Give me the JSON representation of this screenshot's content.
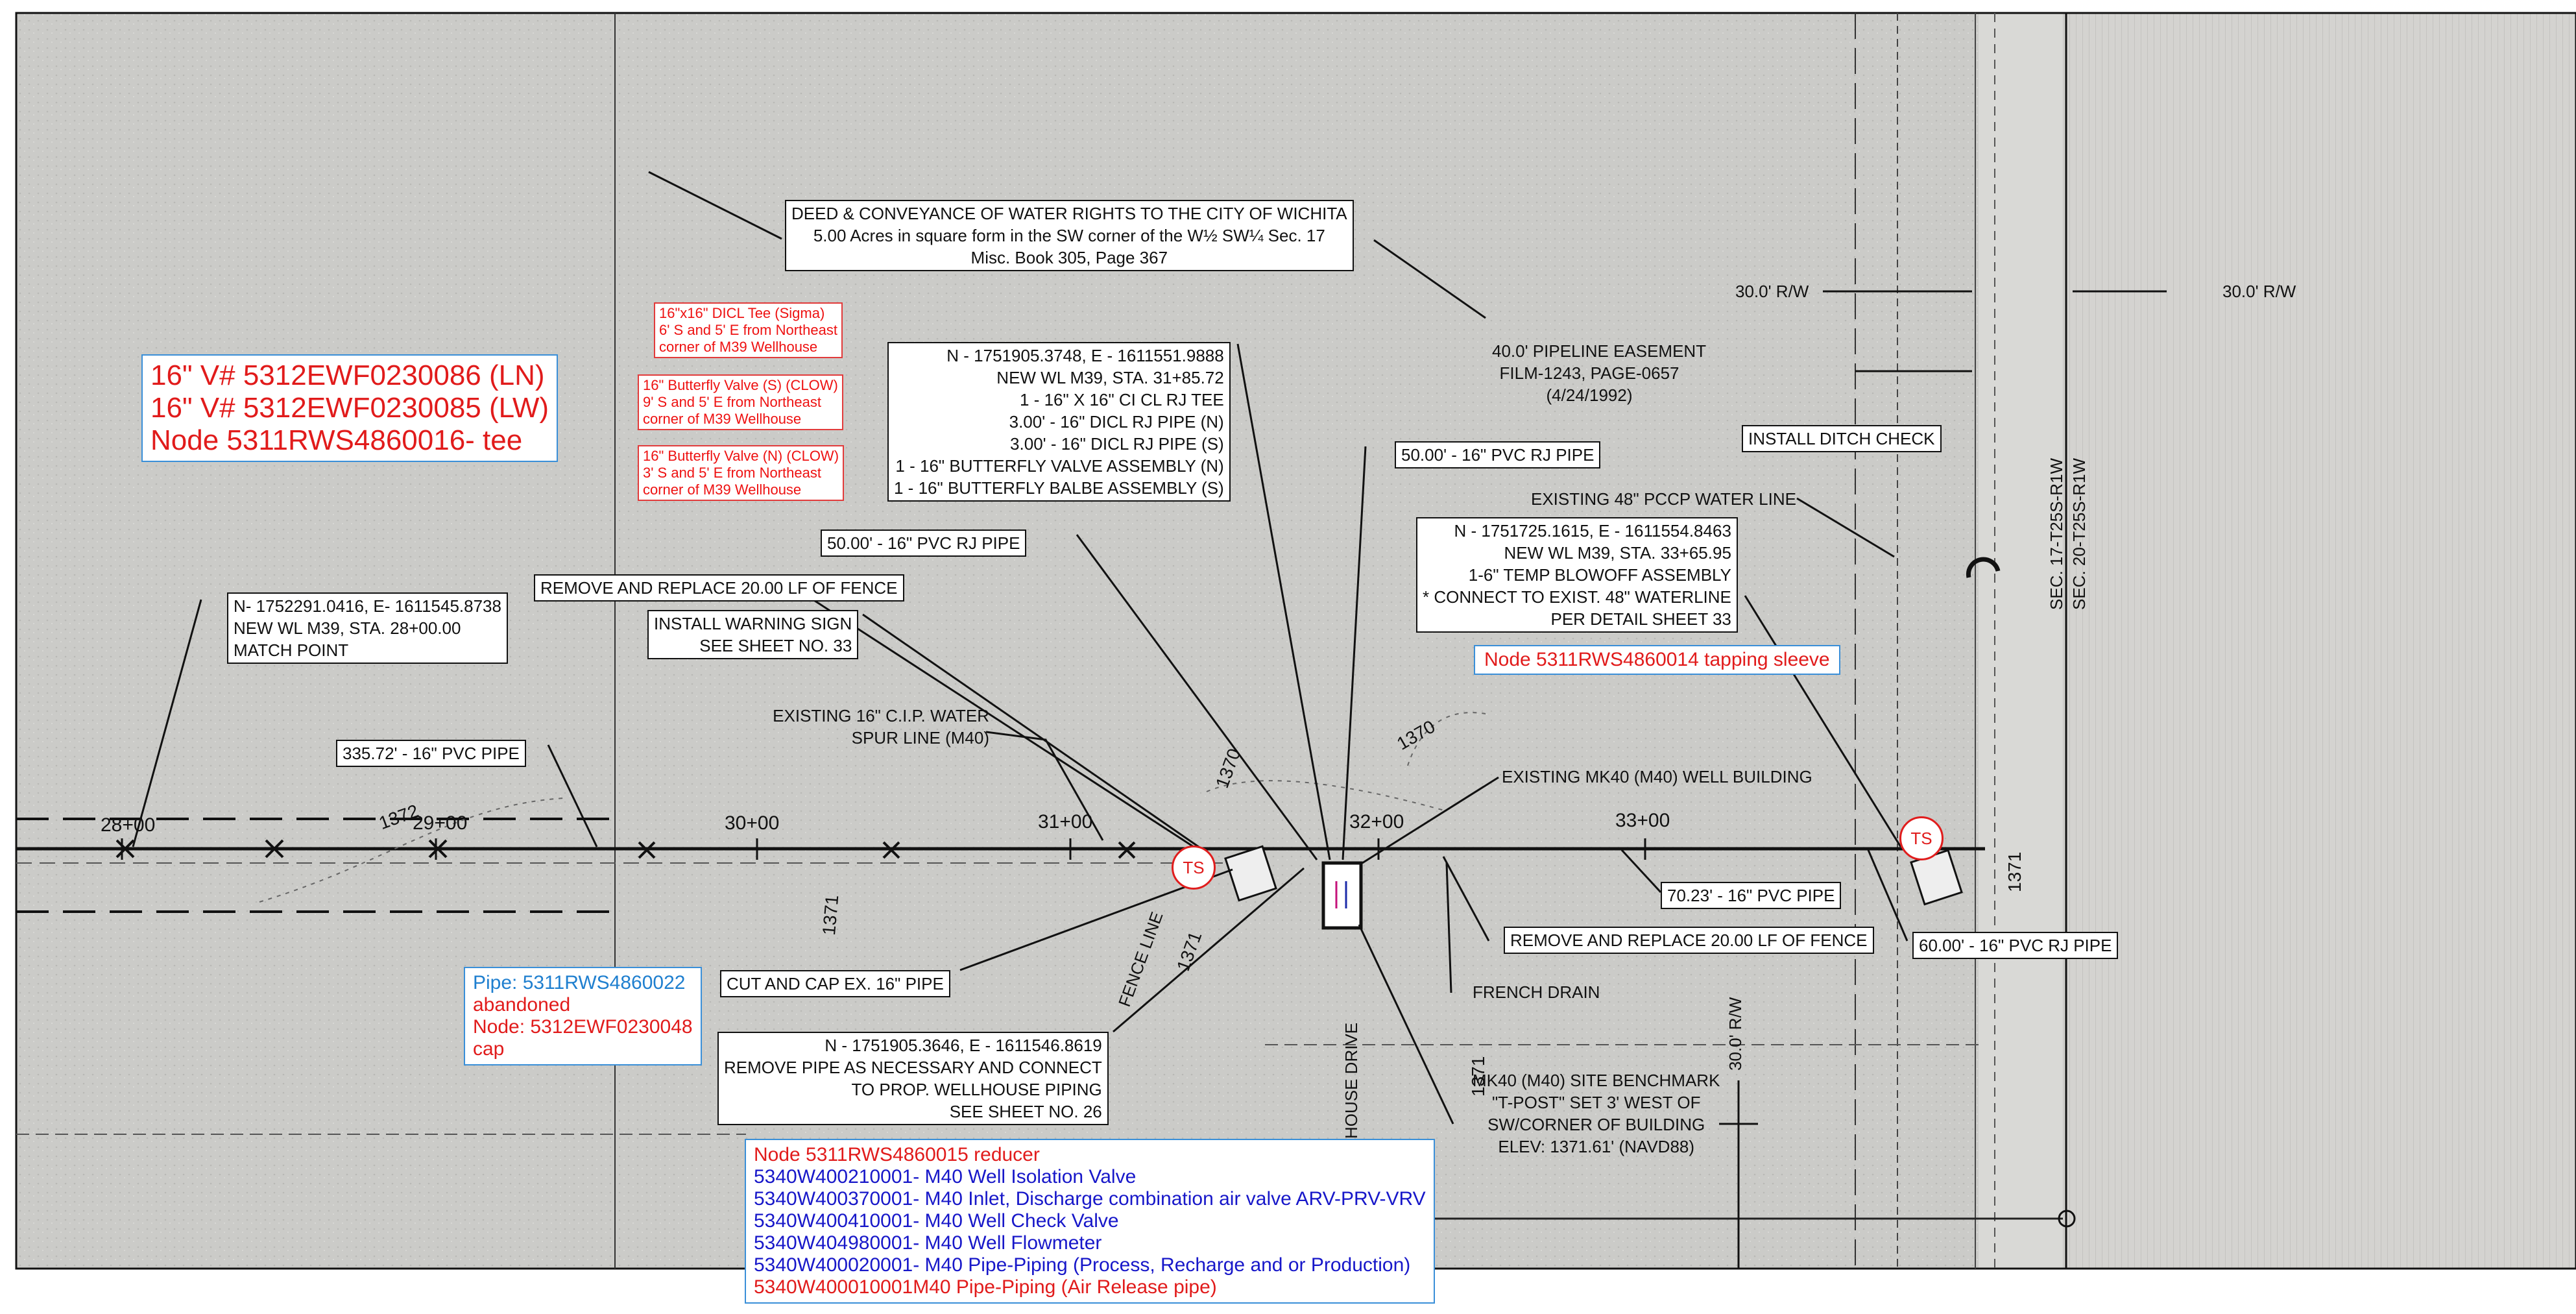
{
  "blue_notes": {
    "tee_note": {
      "line1": "16\" V# 5312EWF0230086 (LN)",
      "line2": "16\" V# 5312EWF0230085 (LW)",
      "line3": "Node 5311RWS4860016- tee"
    },
    "pipe_note": {
      "line1": "Pipe: 5311RWS4860022",
      "line2": "abandoned",
      "line3": "Node: 5312EWF0230048",
      "line4": "cap"
    },
    "tapping_note": "Node 5311RWS4860014 tapping sleeve",
    "reducer_note": {
      "line1": "Node 5311RWS4860015 reducer",
      "line2": "5340W400210001- M40 Well Isolation Valve",
      "line3": "5340W400370001- M40 Inlet, Discharge combination air valve ARV-PRV-VRV",
      "line4": "5340W400410001- M40 Well Check Valve",
      "line5": "5340W404980001- M40 Well Flowmeter",
      "line6": "5340W400020001- M40 Pipe-Piping (Process, Recharge and or Production)",
      "line7": "5340W400010001M40 Pipe-Piping (Air Release pipe)"
    }
  },
  "red_notes": {
    "tee": [
      "16\"x16\" DICL Tee (Sigma)",
      "6' S and 5' E from Northeast",
      "corner of M39 Wellhouse"
    ],
    "valve_s": [
      "16\" Butterfly Valve (S) (CLOW)",
      "9' S and 5' E from Northeast",
      "corner of M39 Wellhouse"
    ],
    "valve_n": [
      "16\" Butterfly Valve (N) (CLOW)",
      "3' S and 5' E from Northeast",
      "corner of M39 Wellhouse"
    ]
  },
  "callouts": {
    "deed": [
      "DEED & CONVEYANCE OF WATER RIGHTS TO THE CITY OF WICHITA",
      "5.00 Acres in square form in the SW corner of the W½ SW¼  Sec. 17",
      "Misc. Book 305, Page  367"
    ],
    "tee_assembly": [
      "N - 1751905.3748, E - 1611551.9888",
      "NEW WL M39, STA. 31+85.72",
      "1 - 16\" X 16\" CI CL RJ TEE",
      "3.00' - 16\" DICL RJ PIPE (N)",
      "3.00' - 16\" DICL RJ PIPE (S)",
      "1 - 16\" BUTTERFLY VALVE ASSEMBLY (N)",
      "1 - 16\" BUTTERFLY BALBE ASSEMBLY (S)"
    ],
    "pvc_rj_50_left": "50.00' - 16\" PVC RJ PIPE",
    "pvc_pipe_50_top": "50.00' - 16\" PVC RJ PIPE",
    "fence_top": "REMOVE AND REPLACE 20.00 LF OF FENCE",
    "warning_sign": [
      "INSTALL WARNING SIGN",
      "SEE SHEET NO. 33"
    ],
    "match_point": [
      "N- 1752291.0416, E- 1611545.8738",
      "NEW WL M39, STA. 28+00.00",
      "MATCH POINT"
    ],
    "pvc_335": "335.72' - 16\" PVC PIPE",
    "existing_spur": [
      "EXISTING 16\" C.I.P. WATER",
      "SPUR LINE (M40)"
    ],
    "mk40_building": "EXISTING MK40 (M40) WELL BUILDING",
    "pipeline_easement": [
      "40.0' PIPELINE EASEMENT",
      "FILM-1243, PAGE-0657",
      "(4/24/1992)"
    ],
    "row_left": "30.0' R/W",
    "row_right": "30.0' R/W",
    "row_vertical": "30.0' R/W",
    "ditch_check": "INSTALL DITCH CHECK",
    "existing_48": "EXISTING 48\" PCCP WATER LINE",
    "blowoff": [
      "N - 1751725.1615, E - 1611554.8463",
      "NEW WL M39, STA. 33+65.95",
      "1-6\" TEMP BLOWOFF ASSEMBLY",
      "* CONNECT TO EXIST. 48\" WATERLINE",
      "PER DETAIL SHEET 33"
    ],
    "pvc_70": "70.23' - 16\" PVC PIPE",
    "fence_bottom": "REMOVE AND REPLACE 20.00 LF OF FENCE",
    "pvc_rj_60": "60.00' - 16\" PVC RJ PIPE",
    "cut_cap": "CUT AND CAP EX. 16\" PIPE",
    "french_drain": "FRENCH DRAIN",
    "remove_pipe": [
      "N - 1751905.3646, E - 1611546.8619",
      "REMOVE PIPE AS NECESSARY AND CONNECT",
      "TO PROP. WELLHOUSE PIPING",
      "SEE SHEET NO. 26"
    ],
    "benchmark": [
      "MK40 (M40) SITE BENCHMARK",
      "\"T-POST\" SET 3' WEST OF",
      "SW/CORNER OF BUILDING",
      "ELEV: 1371.61' (NAVD88)"
    ],
    "section_1": "SEC. 17-T25S-R1W",
    "section_2": "SEC. 20-T25S-R1W",
    "fence_line": "FENCE LINE",
    "house_drive": "HOUSE DRIVE"
  },
  "stations": [
    "28+00",
    "29+00",
    "30+00",
    "31+00",
    "32+00",
    "33+00"
  ],
  "contours": [
    "1372",
    "1370",
    "1370",
    "1371",
    "1371",
    "1371",
    "1371"
  ],
  "ts_symbol": "TS",
  "colors": {
    "red": "#e11b1b",
    "blue": "#1717c9",
    "cyan": "#1f7fcf",
    "aerial": "#c9c9c6",
    "field": "#d6d5d2"
  }
}
